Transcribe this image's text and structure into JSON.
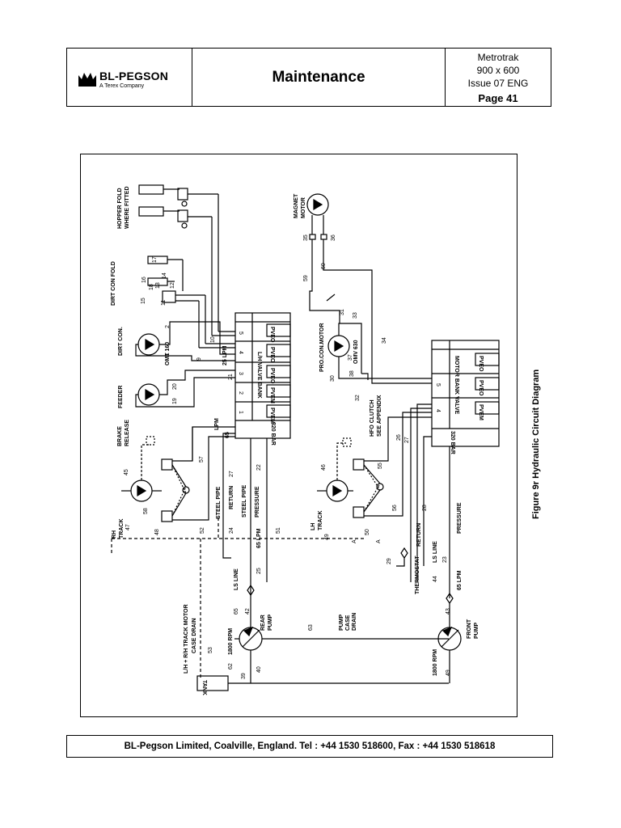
{
  "header": {
    "logo_name": "BL-PEGSON",
    "logo_sub": "A Terex Company",
    "title": "Maintenance",
    "model": "Metrotrak",
    "size": "900 x 600",
    "issue": "Issue 07 ENG",
    "page": "Page 41"
  },
  "figure": {
    "caption": "Figure 9r Hydraulic Circuit Diagram",
    "labels": {
      "hopper_fold": "HOPPER FOLD",
      "where_fitted": "WHERE FITTED",
      "dirt_con_fold": "DIRT CON FOLD",
      "dirt_con": "DIRT CON.",
      "feeder": "FEEDER",
      "brake_release": "BRAKE",
      "brake_release2": "RELEASE",
      "rh_track": "RH",
      "rh_track2": "TRACK",
      "lh_track": "LH",
      "lh_track2": "TRACK",
      "omt160": "OMT 160",
      "omv630": "OMV 630",
      "lh_valve_bank": "L/H VALVE BANK",
      "motor_bank_valve": "MOTOR BANK VALVE",
      "bar320_a": "320 BAR",
      "bar320_b": "320 BAR",
      "lpm25": "25 LPM",
      "lpm65_a": "65",
      "lpm65_b": "LPM",
      "magnet_motor": "MAGNET",
      "magnet_motor2": "MOTOR",
      "pro_con_motor": "PRO.CON.MOTOR",
      "hfo_clutch": "HFO CLUTCH",
      "see_appendix": "SEE APPENDIX",
      "steel_pipe_a": "STEEL PIPE",
      "return_a": "RETURN",
      "steel_pipe_b": "STEEL PIPE",
      "pressure_a": "PRESSURE",
      "lpm_65_25": "65 LPM",
      "ls_line_a": "LS LINE",
      "thermostat": "THERMOSTAT",
      "return_b": "RETURN",
      "ls_line_b": "LS LINE",
      "lpm_65_b": "65 LPM",
      "pressure_b": "PRESSURE",
      "track_motor_drain": "L/H + R/H TRACK MOTOR",
      "case_drain": "CASE DRAIN",
      "rpm1800_a": "1800 RPM",
      "rear_pump": "REAR",
      "rear_pump2": "PUMP",
      "pump_case_drain": "PUMP",
      "pump_case_drain2": "CASE",
      "pump_case_drain3": "DRAIN",
      "rpm1800_b": "1800 RPM",
      "front_pump": "FRONT",
      "front_pump2": "PUMP",
      "tank": "TANK",
      "pveo1": "PVEO",
      "pveo2": "PVEO",
      "pveo3": "PVEO",
      "pvem1": "PVEM",
      "pvem2": "PVEM",
      "pveo4": "PVEO",
      "pveo5": "PVEO",
      "pvem3": "PVEM",
      "a_mark": "A",
      "a_mark2": "A"
    },
    "line_numbers": [
      "17",
      "16",
      "14",
      "15",
      "18",
      "13",
      "12",
      "11",
      "2",
      "10",
      "1",
      "9",
      "21",
      "20",
      "19",
      "57",
      "45",
      "58",
      "48",
      "47",
      "52",
      "27",
      "22",
      "24",
      "65",
      "25",
      "42",
      "40",
      "62",
      "53",
      "39",
      "51",
      "63",
      "59",
      "35",
      "36",
      "60",
      "33",
      "31",
      "34",
      "38",
      "37",
      "30",
      "32",
      "26",
      "27",
      "46",
      "55",
      "56",
      "49",
      "50",
      "28",
      "29",
      "44",
      "23",
      "43",
      "49",
      "1",
      "2",
      "3",
      "4",
      "5",
      "4",
      "5",
      "65"
    ]
  },
  "footer": {
    "text": "BL-Pegson Limited, Coalville, England. Tel : +44 1530 518600, Fax : +44 1530 518618"
  }
}
